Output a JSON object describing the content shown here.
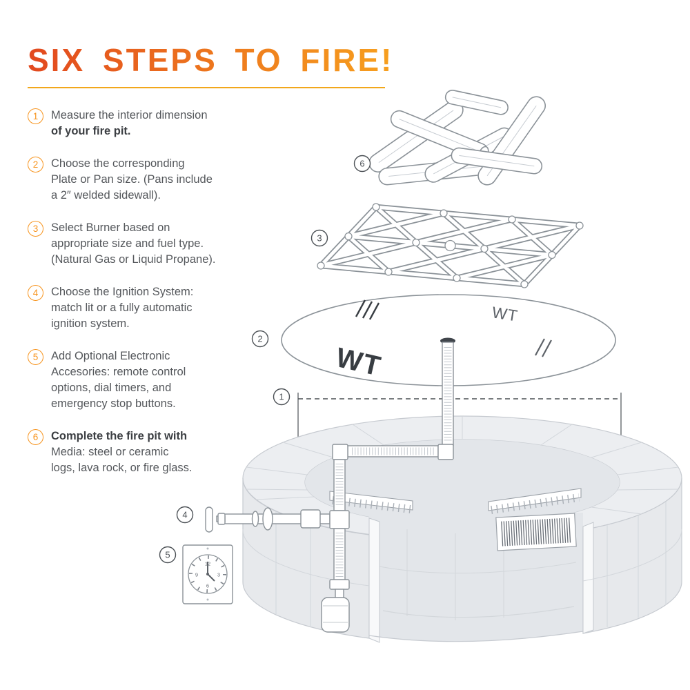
{
  "header": {
    "title": "SIX STEPS TO FIRE!"
  },
  "steps": [
    {
      "label": "1",
      "pre": "Measure the interior dimension\n",
      "bold": "of your fire pit.",
      "post": ""
    },
    {
      "label": "2",
      "pre": "Choose the corresponding\nPlate or Pan size. (Pans include\na 2″ welded sidewall).",
      "bold": "",
      "post": ""
    },
    {
      "label": "3",
      "pre": "Select Burner based on\nappropriate size and fuel type.\n(Natural Gas or Liquid Propane).",
      "bold": "",
      "post": ""
    },
    {
      "label": "4",
      "pre": "Choose the Ignition System:\nmatch lit or a fully automatic\nignition system.",
      "bold": "",
      "post": ""
    },
    {
      "label": "5",
      "pre": "Add Optional Electronic\nAccesories: remote control\noptions, dial timers, and\nemergency stop buttons.",
      "bold": "",
      "post": ""
    },
    {
      "label": "6",
      "pre": "",
      "bold": "Complete the fire pit with",
      "post": "\nMedia: steel or ceramic\nlogs, lava rock, or fire glass."
    }
  ],
  "diagram": {
    "badges": {
      "media": "6",
      "burner": "3",
      "plate": "2",
      "dimension": "1",
      "ignition": "4",
      "timer": "5"
    },
    "plate_markings": {
      "wt_large": "WT",
      "wt_small": "WT"
    },
    "timer_dial": {
      "twelve": "12",
      "three": "3",
      "six": "6",
      "nine": "9"
    }
  },
  "colors": {
    "title_gradient_from": "#e2491f",
    "title_gradient_to": "#f7a01f",
    "underline": "#f2a71b",
    "step_badge_orange": "#f7941e",
    "body_text": "#54575b",
    "line_art": "#8b9298",
    "callout_outline": "#4b5055",
    "pit_fill": "#eceef1"
  }
}
